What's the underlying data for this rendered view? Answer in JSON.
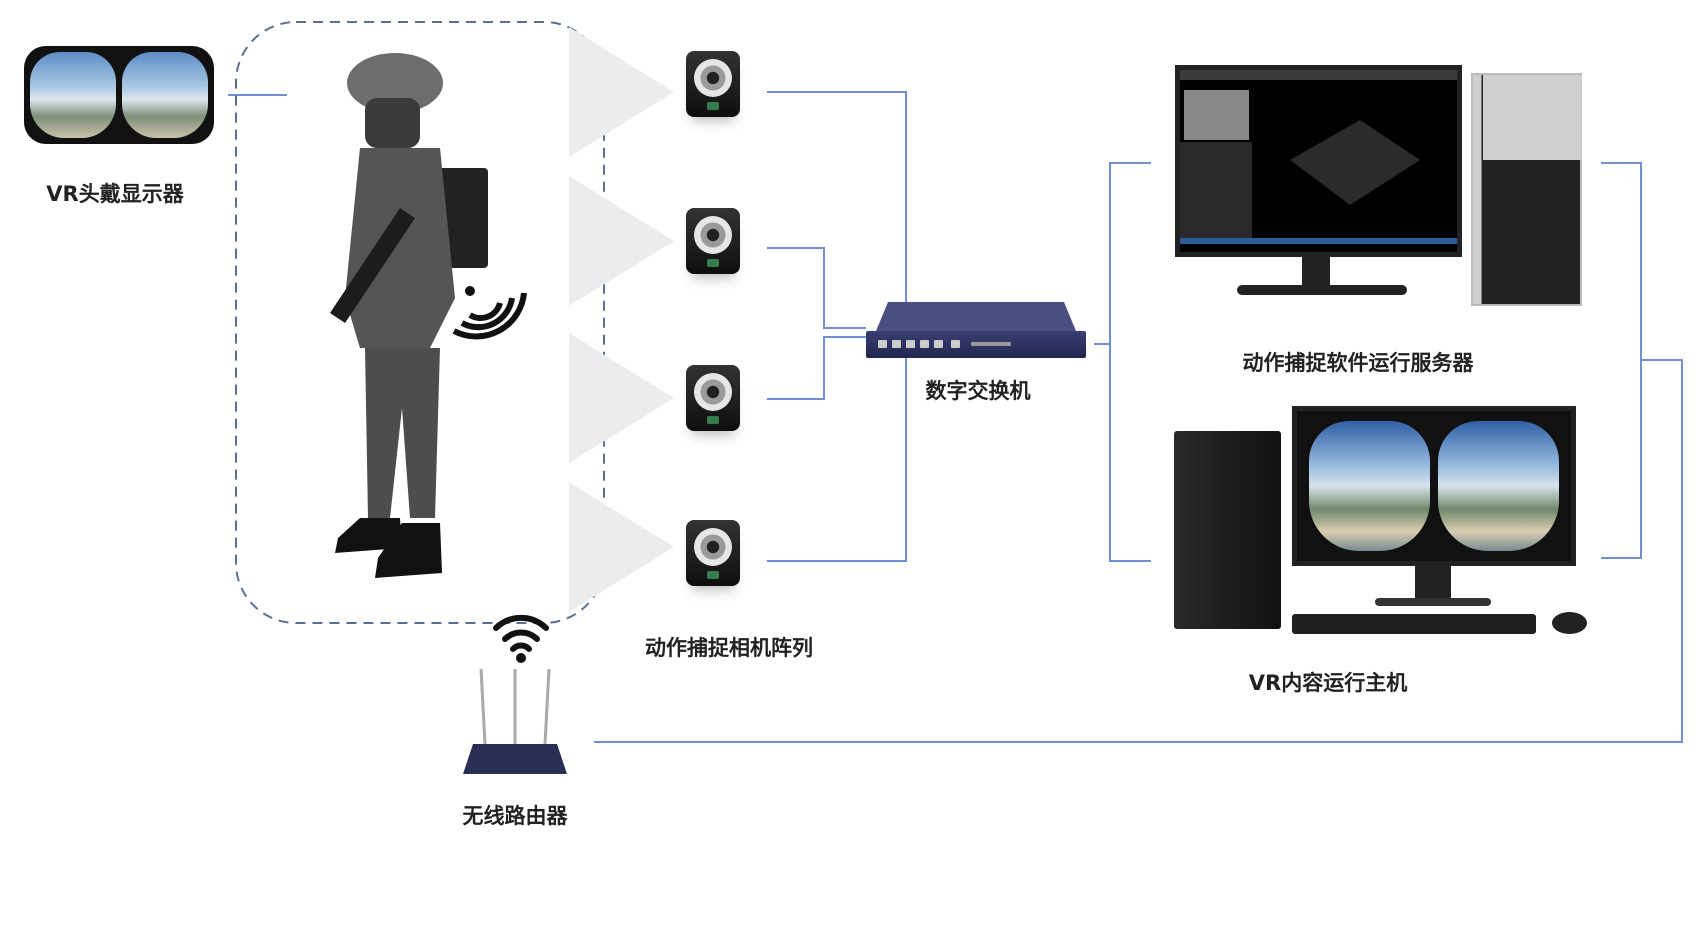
{
  "title": "VR动作捕捉系统组成示意图",
  "nodes": {
    "headset": {
      "label": "VR头戴显示器",
      "icon": "vr-headset-icon"
    },
    "cameras": {
      "label": "动作捕捉相机阵列",
      "count": 4,
      "icon": "mocap-camera-icon"
    },
    "switch": {
      "label": "数字交换机",
      "icon": "network-switch-icon"
    },
    "server": {
      "label": "动作捕捉软件运行服务器",
      "icon": "workstation-icon"
    },
    "vr_host": {
      "label": "VR内容运行主机",
      "icon": "desktop-pc-icon"
    },
    "router": {
      "label": "无线路由器",
      "icon": "wireless-router-icon"
    },
    "soldier": {
      "icon": "soldier-figure-icon"
    }
  },
  "colors": {
    "connector": "#6f8fcf",
    "dashed_boundary": "#5a6f96",
    "cone": "#ececec"
  }
}
